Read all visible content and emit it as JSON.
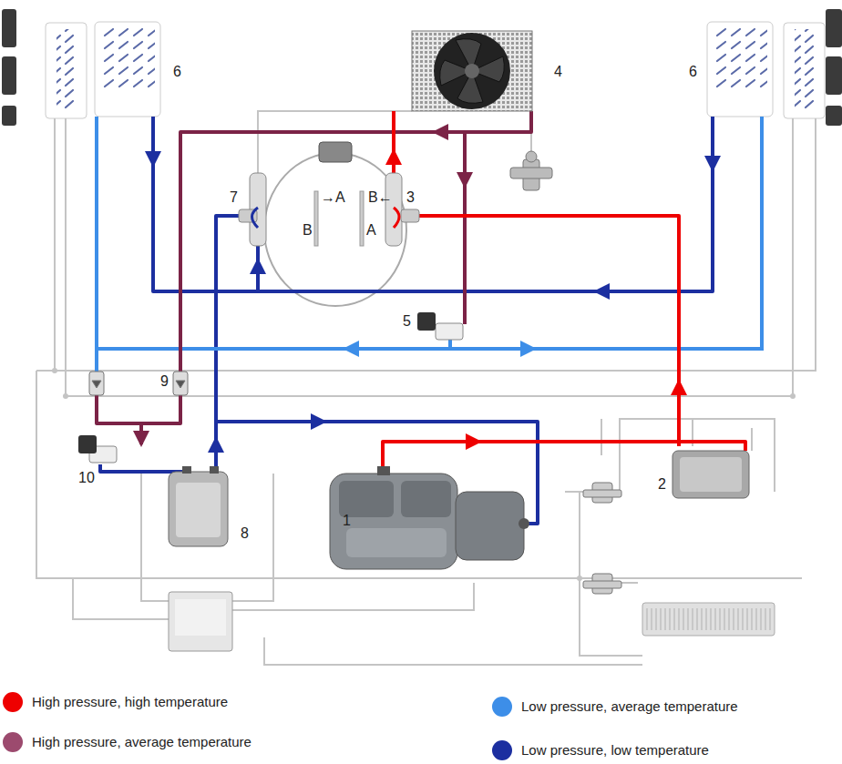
{
  "diagram": {
    "labels": [
      "6",
      "4",
      "6",
      "7",
      "→A",
      "B←",
      "3",
      "B",
      "A",
      "5",
      "9",
      "10",
      "8",
      "1",
      "2"
    ],
    "legend": [
      {
        "text": "High pressure, high temperature",
        "color": "#ee0000"
      },
      {
        "text": "High pressure, average temperature",
        "color": "#9c4a6e"
      },
      {
        "text": "Low pressure, average temperature",
        "color": "#3d8ee8"
      },
      {
        "text": "Low pressure, low temperature",
        "color": "#1c2fa0"
      }
    ]
  }
}
